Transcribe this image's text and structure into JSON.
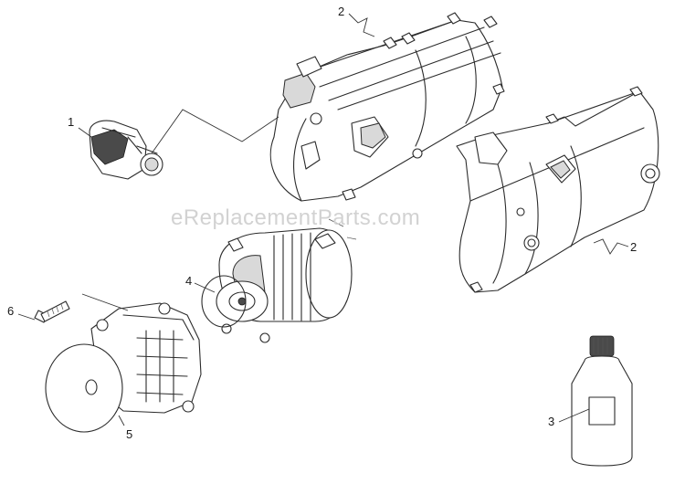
{
  "watermark": "eReplacementParts.com",
  "callouts": {
    "c1": "1",
    "c2a": "2",
    "c2b": "2",
    "c3": "3",
    "c4": "4",
    "c5": "5",
    "c6": "6"
  }
}
